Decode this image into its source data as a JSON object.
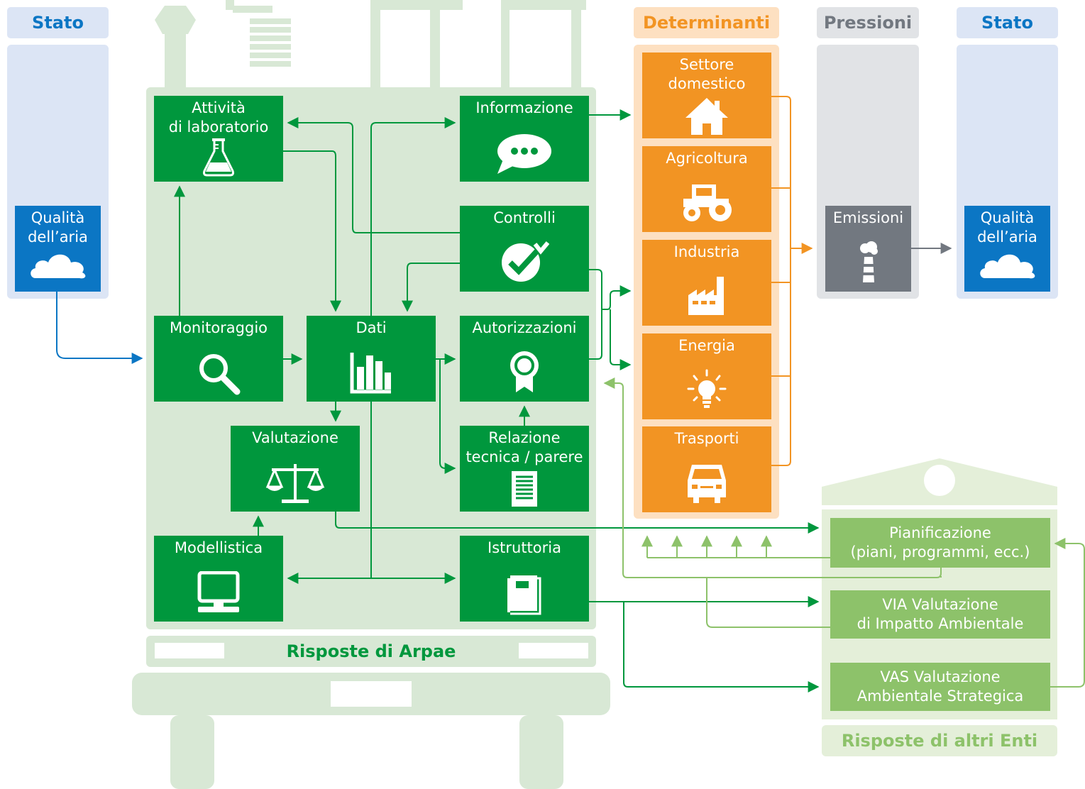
{
  "headers": {
    "stato_left": "Stato",
    "determinanti": "Determinanti",
    "pressioni": "Pressioni",
    "stato_right": "Stato"
  },
  "stato_left": {
    "label": "Qualità\ndell’aria",
    "icon": "cloud-icon"
  },
  "stato_right": {
    "label": "Qualità\ndell’aria",
    "icon": "cloud-icon"
  },
  "arpae": {
    "footer": "Risposte di Arpae",
    "attivita": {
      "label": "Attività\ndi laboratorio",
      "icon": "flask-icon"
    },
    "informazione": {
      "label": "Informazione",
      "icon": "speech-bubble-icon"
    },
    "controlli": {
      "label": "Controlli",
      "icon": "checkmark-icon"
    },
    "monitoraggio": {
      "label": "Monitoraggio",
      "icon": "magnifier-icon"
    },
    "dati": {
      "label": "Dati",
      "icon": "bar-chart-icon"
    },
    "autorizzazioni": {
      "label": "Autorizzazioni",
      "icon": "award-ribbon-icon"
    },
    "valutazione": {
      "label": "Valutazione",
      "icon": "scales-icon"
    },
    "relazione": {
      "label": "Relazione\ntecnica / parere",
      "icon": "document-icon"
    },
    "modellistica": {
      "label": "Modellistica",
      "icon": "computer-icon"
    },
    "istruttoria": {
      "label": "Istruttoria",
      "icon": "binder-icon"
    }
  },
  "determinanti": [
    {
      "label": "Settore\ndomestico",
      "icon": "house-icon"
    },
    {
      "label": "Agricoltura",
      "icon": "tractor-icon"
    },
    {
      "label": "Industria",
      "icon": "factory-icon"
    },
    {
      "label": "Energia",
      "icon": "lightbulb-icon"
    },
    {
      "label": "Trasporti",
      "icon": "car-icon"
    }
  ],
  "pressioni": {
    "label": "Emissioni",
    "icon": "chimney-icon"
  },
  "altri_enti": {
    "footer": "Risposte di altri Enti",
    "pianificazione": "Pianificazione\n(piani, programmi, ecc.)",
    "via": "VIA Valutazione\ndi Impatto Ambientale",
    "vas": "VAS Valutazione\nAmbientale Strategica"
  },
  "colors": {
    "arpae_green": "#00973d",
    "light_green_bg": "#d8e8d5",
    "orange": "#f29423",
    "orange_bg": "#fde0c1",
    "grey": "#727880",
    "grey_bg": "#e1e3e6",
    "blue": "#0b76c4",
    "blue_bg": "#dce5f5",
    "other_green": "#8dc26a",
    "other_bg": "#e4efd9"
  }
}
